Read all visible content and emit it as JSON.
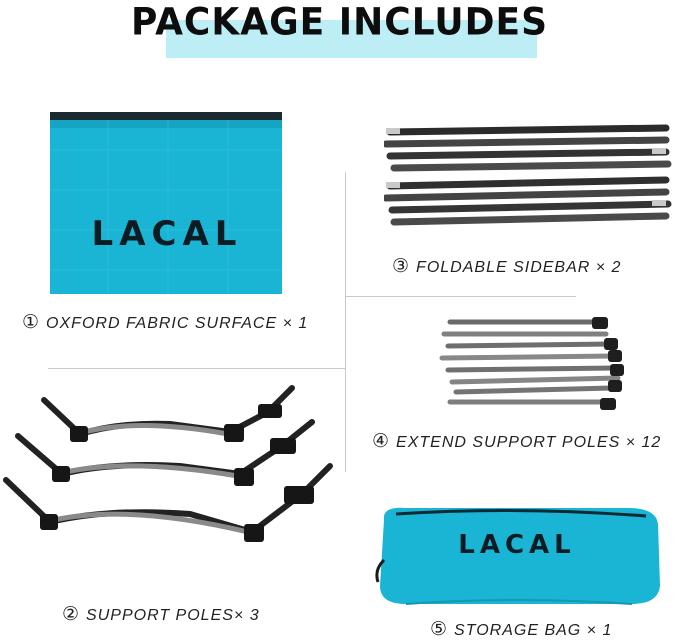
{
  "header": {
    "title": "PACKAGE INCLUDES"
  },
  "brand": {
    "logo_text": "LACAL"
  },
  "items": [
    {
      "number": "①",
      "label": "OXFORD FABRIC SURFACE × 1"
    },
    {
      "number": "②",
      "label": "SUPPORT POLES× 3"
    },
    {
      "number": "③",
      "label": "FOLDABLE SIDEBAR × 2"
    },
    {
      "number": "④",
      "label": "EXTEND SUPPORT POLES × 12"
    },
    {
      "number": "⑤",
      "label": "STORAGE BAG × 1"
    }
  ],
  "colors": {
    "fabric": "#1ab4d4",
    "title_highlight": "#bdeef6",
    "pole": "#3c3c3c",
    "text": "#222222"
  }
}
